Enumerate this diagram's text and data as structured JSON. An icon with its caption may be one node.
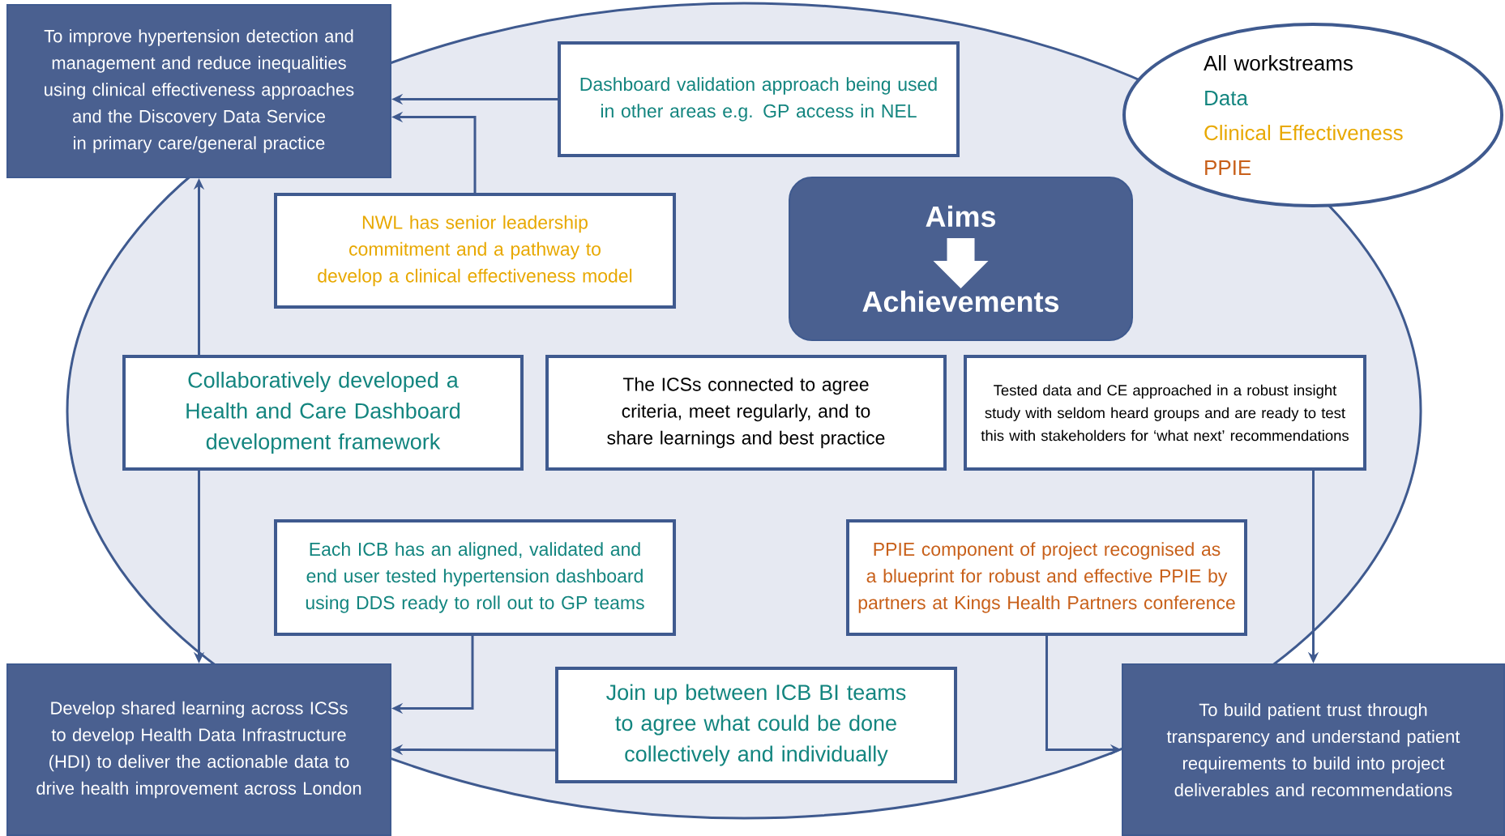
{
  "diagram": {
    "nodes": [
      {
        "text": [
          "To improve hypertension detection and management and reduce inequalities using clinical effectiveness approaches and the Discovery Data Service in primary care/general practice"
        ]
      },
      {
        "text": [
          "Dashboard validation approach being used in other areas e.g. GP access in NEL"
        ]
      },
      {
        "text": [
          "All workstreams",
          "Data",
          "Clinical Effectiveness",
          "PPIE"
        ]
      },
      {
        "text": [
          "NWL has senior leadership commitment and a pathway to develop a clinical effectiveness model"
        ]
      },
      {
        "text": [
          "Aims",
          "Achievements"
        ]
      },
      {
        "text": [
          "Collaboratively developed a Health and Care Dashboard development framework"
        ]
      },
      {
        "text": [
          "The ICSs connected to agree criteria, meet regularly, and to share learnings and best practice"
        ]
      },
      {
        "text": [
          "Tested data and CE approached in a robust insight study with seldom heard groups and are ready to test this with stakeholders for ‘what next’ recommendations"
        ]
      },
      {
        "text": [
          "Each ICB has an aligned, validated and end user tested hypertension dashboard using DDS ready to roll out to GP teams"
        ]
      },
      {
        "text": [
          "PPIE component of project recognised as a blueprint for robust and effective PPIE by partners at Kings Health Partners conference"
        ]
      },
      {
        "text": [
          "Develop shared learning across ICSs to develop Health Data Infrastructure (HDI) to deliver the actionable data to drive health improvement across London"
        ]
      },
      {
        "text": [
          "Join up between ICB BI teams to agree what could be done collectively and individually"
        ]
      },
      {
        "text": [
          "To build patient trust through transparency and understand patient requirements to build into project deliverables and recommendations"
        ]
      }
    ],
    "edges": [
      {
        "from": 1,
        "to": 0,
        "arrow": "to"
      },
      {
        "from": 3,
        "to": 0,
        "arrow": "to"
      },
      {
        "from": 5,
        "to": 0,
        "arrow": "to"
      },
      {
        "from": 5,
        "to": 10,
        "arrow": "to"
      },
      {
        "from": 8,
        "to": 10,
        "arrow": "to"
      },
      {
        "from": 11,
        "to": 10,
        "arrow": "to"
      },
      {
        "from": 7,
        "to": 12,
        "arrow": "to"
      },
      {
        "from": 9,
        "to": 12,
        "arrow": "to"
      }
    ]
  }
}
